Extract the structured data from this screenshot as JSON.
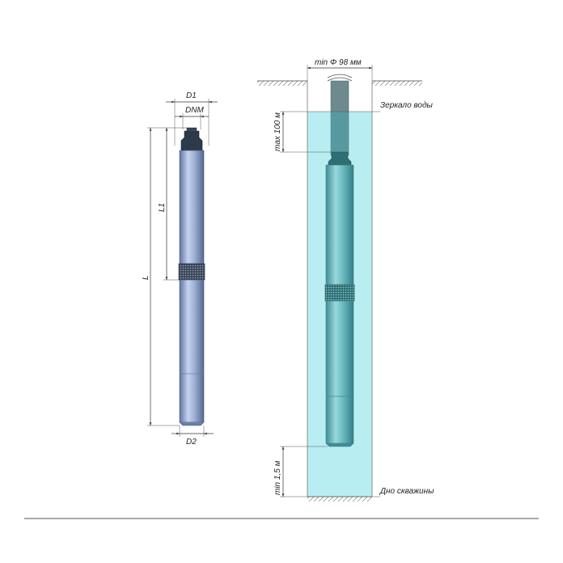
{
  "left_pump": {
    "labels": {
      "d1": "D1",
      "dnm": "DNM",
      "l1": "L1",
      "l": "L",
      "d2": "D2"
    }
  },
  "well": {
    "labels": {
      "min_diameter": "min Φ 98 мм",
      "water_level": "Зеркало воды",
      "max_depth": "max 100 м",
      "min_bottom": "min 1,5 м",
      "bottom": "Дно скважины"
    },
    "colors": {
      "water": "#b8eef2",
      "pump_tint": "#5fb5bc"
    }
  },
  "colors": {
    "pump_body": "#8fa3c9",
    "pump_dark": "#2d3a4a",
    "baseline": "#555555"
  }
}
